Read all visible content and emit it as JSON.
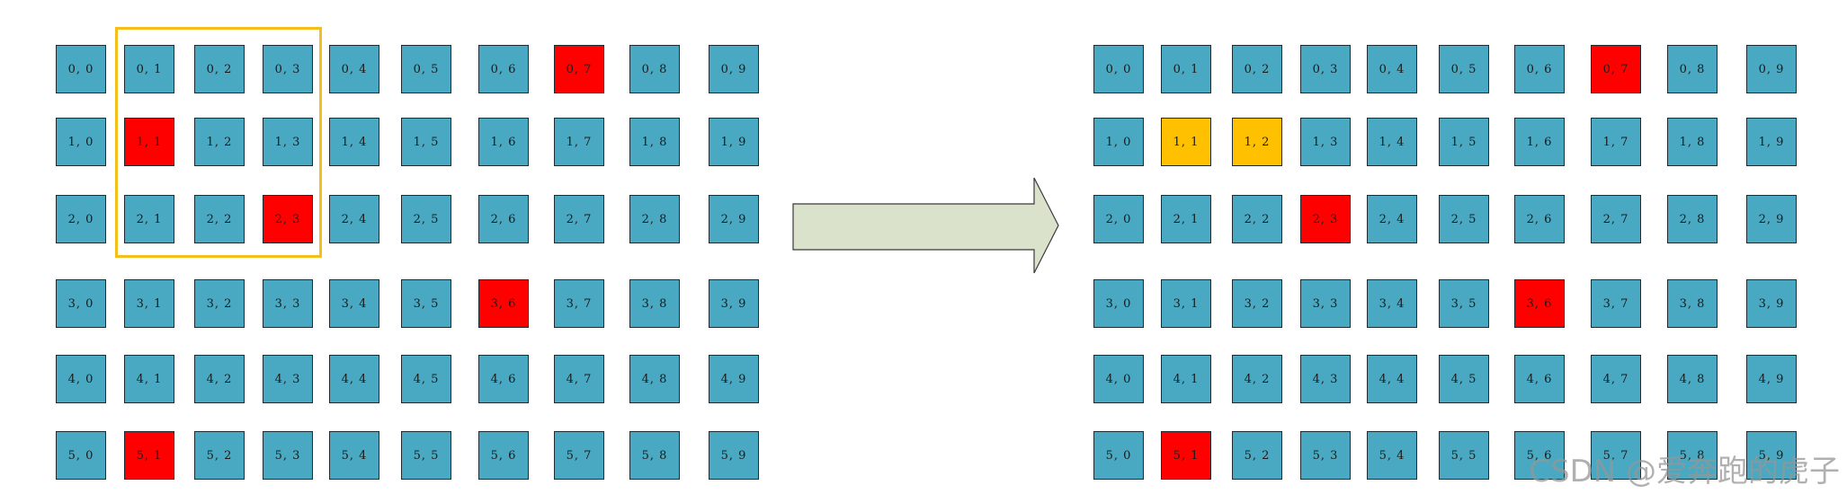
{
  "colors": {
    "default": "#4aa9c2",
    "red": "#ff0000",
    "orange": "#ffc000",
    "selection_border": "#f2bf1b",
    "arrow_fill": "#dbe2cc",
    "arrow_stroke": "#3a3a3a"
  },
  "left_grid": {
    "rows": 6,
    "cols": 10,
    "red_cells": [
      "0,7",
      "1,1",
      "2,3",
      "3,6",
      "5,1"
    ],
    "orange_cells": [],
    "selection": {
      "rows": [
        0,
        2
      ],
      "cols": [
        1,
        3
      ]
    }
  },
  "right_grid": {
    "rows": 6,
    "cols": 10,
    "red_cells": [
      "0,7",
      "2,3",
      "3,6",
      "5,1"
    ],
    "orange_cells": [
      "1,1",
      "1,2"
    ]
  },
  "arrow": {
    "direction": "right"
  },
  "watermark": {
    "text": "CSDN @爱奔跑的虎子"
  }
}
